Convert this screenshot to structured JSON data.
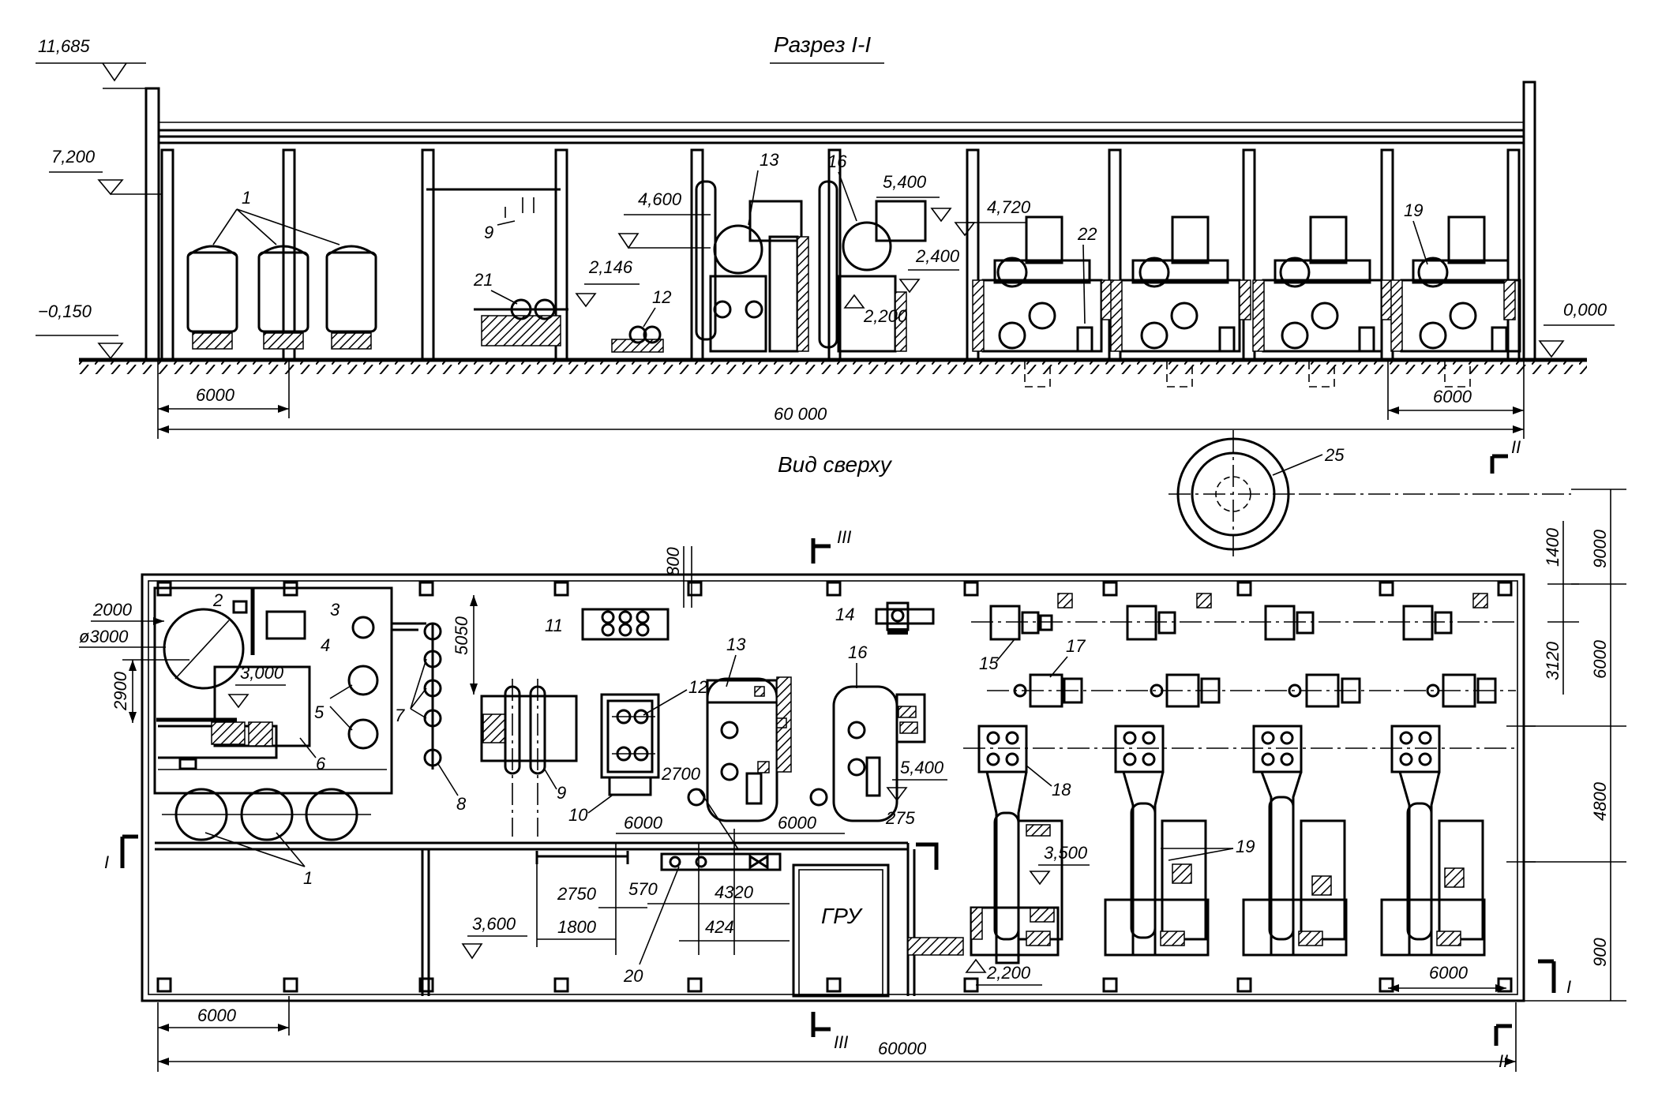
{
  "section": {
    "title": "Разрез I-I",
    "elevations": [
      "11,685",
      "7,200",
      "−0,150",
      "0,000",
      "4,600",
      "2,146",
      "5,400",
      "4,720",
      "2,400",
      "2,200"
    ],
    "dims": [
      "6000",
      "60 000",
      "6000"
    ],
    "labels": [
      "1",
      "9",
      "21",
      "12",
      "13",
      "16",
      "22",
      "19"
    ]
  },
  "plan": {
    "title": "Вид сверху",
    "section_marks": [
      "II",
      "III",
      "I"
    ],
    "dims": [
      "2000",
      "ø3000",
      "2900",
      "800",
      "5050",
      "1400",
      "9000",
      "3120",
      "6000",
      "6000",
      "6000",
      "2700",
      "2750",
      "1800",
      "570",
      "4320",
      "424",
      "275",
      "4800",
      "900",
      "6000",
      "6000",
      "60000"
    ],
    "elevations": [
      "3,000",
      "5,400",
      "3,500",
      "3,600",
      "2,200"
    ],
    "labels": [
      "2",
      "3",
      "4",
      "5",
      "7",
      "6",
      "8",
      "9",
      "10",
      "11",
      "12",
      "13",
      "16",
      "14",
      "15",
      "17",
      "18",
      "19",
      "20",
      "1",
      "25"
    ],
    "room_label": "ГРУ"
  }
}
